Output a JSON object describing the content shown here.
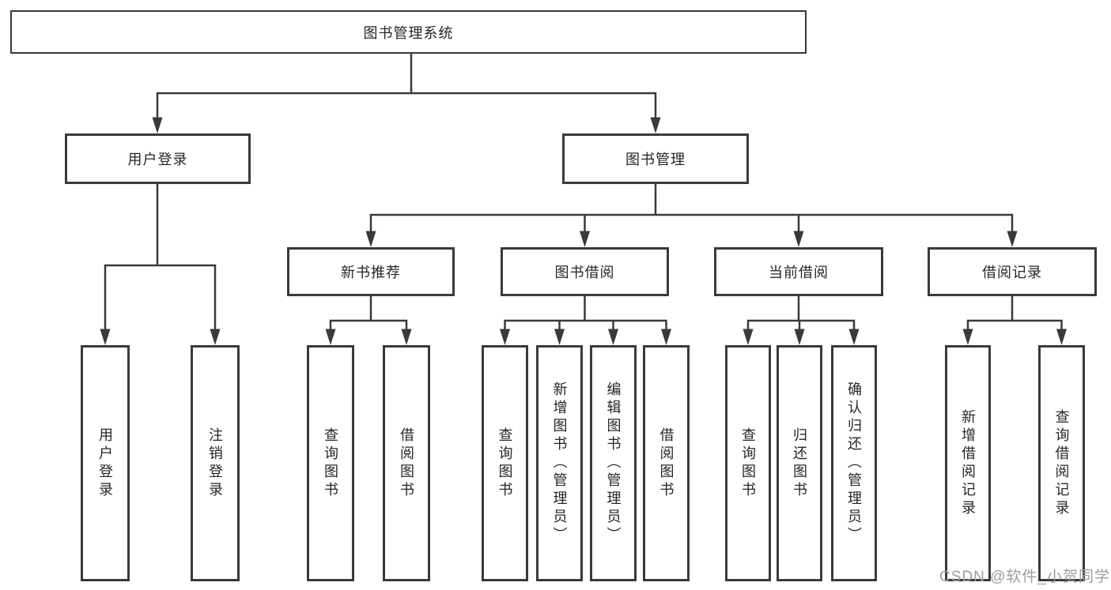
{
  "diagram_title": "图书管理系统",
  "colors": {
    "line": "#3a3a3a",
    "box_border": "#3a3a3a",
    "text": "#262626",
    "background": "#ffffff",
    "watermark": "#9e9e9e"
  },
  "tree": {
    "root": "图书管理系统",
    "children": [
      {
        "label": "用户登录",
        "children": [
          {
            "label": "用户登录"
          },
          {
            "label": "注销登录"
          }
        ]
      },
      {
        "label": "图书管理",
        "children": [
          {
            "label": "新书推荐",
            "children": [
              {
                "label": "查询图书"
              },
              {
                "label": "借阅图书"
              }
            ]
          },
          {
            "label": "图书借阅",
            "children": [
              {
                "label": "查询图书"
              },
              {
                "label": "新增图书（管理员）"
              },
              {
                "label": "编辑图书（管理员）"
              },
              {
                "label": "借阅图书"
              }
            ]
          },
          {
            "label": "当前借阅",
            "children": [
              {
                "label": "查询图书"
              },
              {
                "label": "归还图书"
              },
              {
                "label": "确认归还（管理员）"
              }
            ]
          },
          {
            "label": "借阅记录",
            "children": [
              {
                "label": "新增借阅记录"
              },
              {
                "label": "查询借阅记录"
              }
            ]
          }
        ]
      }
    ]
  },
  "watermark": {
    "text": "CSDN @软件_小贺同学"
  }
}
